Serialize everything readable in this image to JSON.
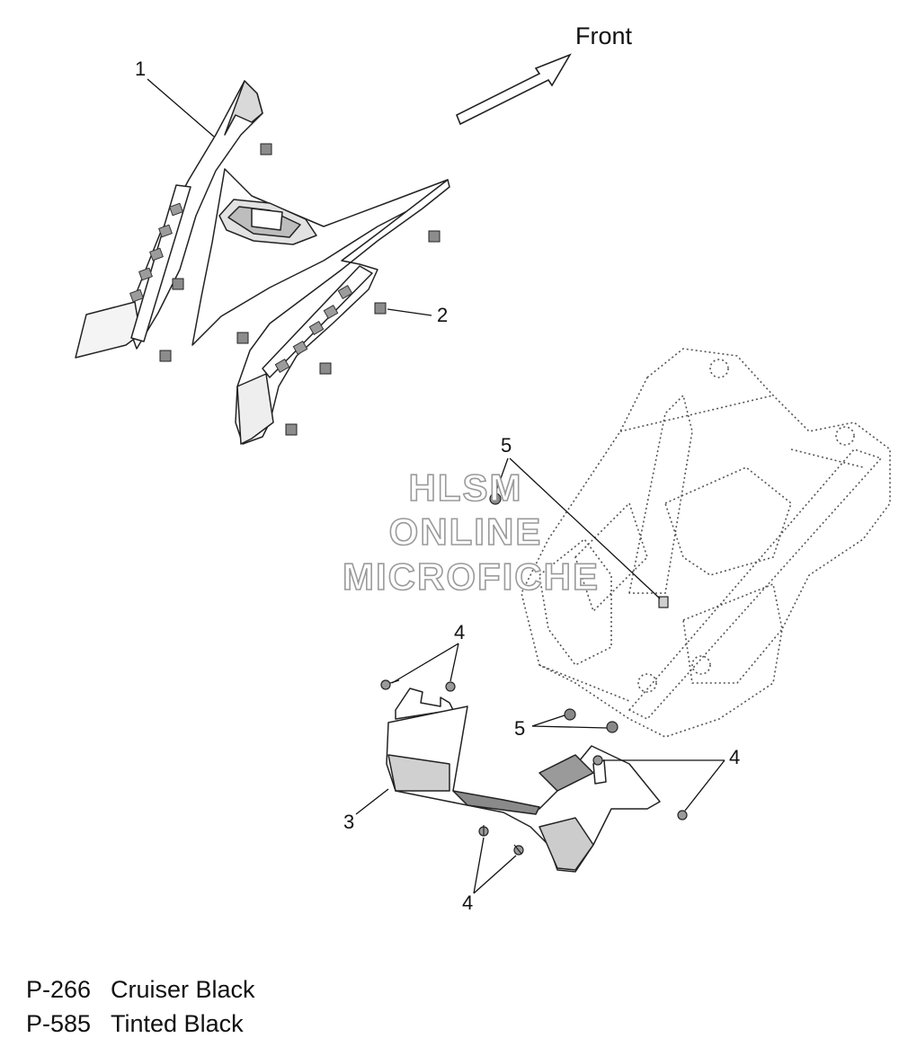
{
  "orientation": {
    "label": "Front"
  },
  "callouts": {
    "c1": "1",
    "c2": "2",
    "c3": "3",
    "c4a": "4",
    "c4b": "4",
    "c4c": "4",
    "c5a": "5",
    "c5b": "5"
  },
  "watermark": {
    "line1": "HLSM",
    "line2": "ONLINE",
    "line3": "MICROFICHE"
  },
  "legend": [
    {
      "code": "P-266",
      "name": "Cruiser Black"
    },
    {
      "code": "P-585",
      "name": "Tinted Black"
    }
  ]
}
